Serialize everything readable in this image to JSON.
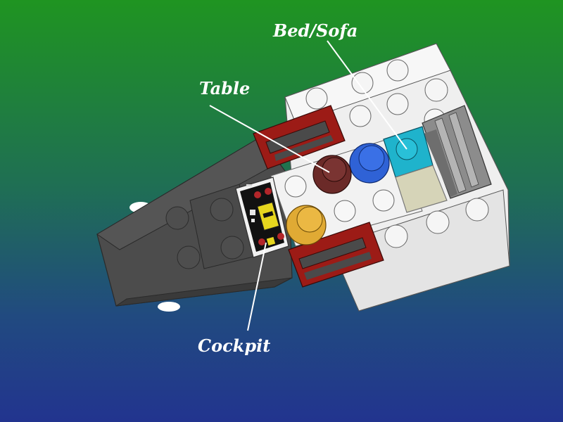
{
  "labels": {
    "bed_sofa": "Bed/Sofa",
    "table": "Table",
    "cockpit": "Cockpit"
  },
  "colors": {
    "background_top": "#1f9421",
    "background_bottom": "#22348f",
    "dark_hull": "#4a4a4a",
    "white_hull": "#efefef",
    "red_rail": "#9c1b16",
    "grey_rail": "#8c8c8c",
    "table": "#6b2a28",
    "blue_stud": "#2f62d6",
    "cyan_tile": "#1fb3cc",
    "tan_tile": "#d6d4b8",
    "gold_stud": "#e0aa34",
    "label_text": "#ffffff",
    "leader_line": "#ffffff"
  }
}
